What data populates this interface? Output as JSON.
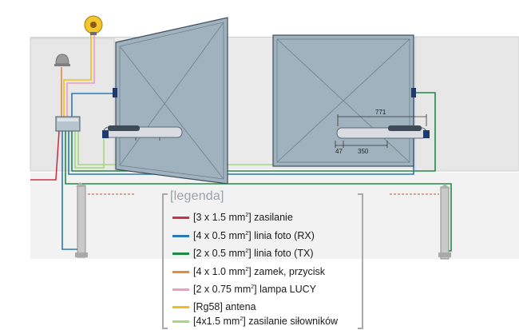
{
  "legend": {
    "title": "[legenda]",
    "items": [
      {
        "pre": "[3 x 1.5 mm",
        "sup": "2",
        "post": "] zasilanie",
        "color": "#c8324b"
      },
      {
        "pre": "[4 x 0.5 mm",
        "sup": "2",
        "post": "] linia foto (RX)",
        "color": "#2a78b8"
      },
      {
        "pre": "[2 x 0.5 mm",
        "sup": "2",
        "post": "] linia foto (TX)",
        "color": "#1f8a45"
      },
      {
        "pre": "[4 x 1.0 mm",
        "sup": "2",
        "post": "] zamek, przycisk",
        "color": "#e48a3c"
      },
      {
        "pre": "[2 x 0.75 mm",
        "sup": "2",
        "post": "] lampa LUCY",
        "color": "#ee9cbf"
      },
      {
        "pre": "[Rg58] antena",
        "sup": "",
        "post": "",
        "color": "#f2bd1c"
      },
      {
        "pre": "[4x1.5 mm",
        "sup": "2",
        "post": "] zasilanie siłowników",
        "color": "#a6d67e"
      }
    ]
  },
  "dimensions": {
    "total": "771",
    "left": "47",
    "right": "350"
  },
  "colors": {
    "wall": "#eaeaea",
    "gate_fill": "#9fb2bd",
    "gate_stroke": "#3d4f5c"
  }
}
